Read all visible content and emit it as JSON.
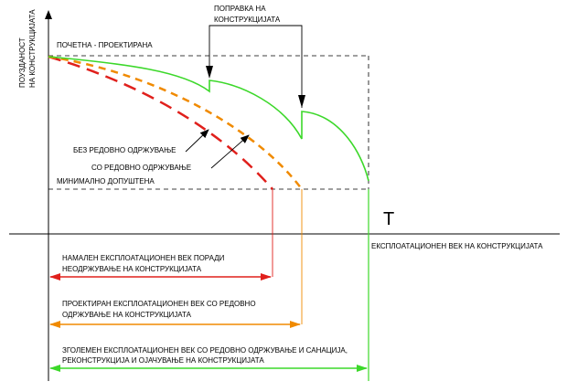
{
  "axes": {
    "y_label_line1": "ПОУЗДАНОСТ",
    "y_label_line2": "НА КОНСТРУКЦИЈАТА",
    "x_symbol": "T",
    "x_label": "ЕКСПЛОАТАЦИОНЕН ВЕК НА КОНСТРУКЦИЈАТА"
  },
  "levels": {
    "initial": "ПОЧЕТНА - ПРОЕКТИРАНА",
    "minimum": "МИНИМАЛНО ДОПУШТЕНА"
  },
  "annotations": {
    "repair_line1": "ПОПРАВКА НА",
    "repair_line2": "КОНСТРУКЦИЈАТА",
    "no_maintenance": "БЕЗ РЕДОВНО ОДРЖУВАЊЕ",
    "with_maintenance": "СО РЕДОВНО ОДРЖУВАЊЕ"
  },
  "spans": {
    "reduced_line1": "НАМАЛЕН ЕКСПЛОАТАЦИОНЕН ВЕК ПОРАДИ",
    "reduced_line2": "НЕОДРЖУВАЊЕ НА КОНСТРУКЦИЈАТА",
    "designed_line1": "ПРОЕКТИРАН ЕКСПЛОАТАЦИОНЕН ВЕК СО РЕДОВНО",
    "designed_line2": "ОДРЖУВАЊЕ НА КОНСТРУКЦИЈАТА",
    "extended_line1": "ЗГОЛЕМЕН ЕКСПЛОАТАЦИОНЕН ВЕК СО РЕДОВНО ОДРЖУВАЊЕ И САНАЦИЈА,",
    "extended_line2": "РЕКОНСТРУКЦИЈА И ОЈАЧУВАЊЕ  НА КОНСТРУКЦИЈАТА"
  },
  "colors": {
    "no_maintenance": "#e0201c",
    "with_maintenance": "#f08a00",
    "with_repair": "#3cd82a",
    "axes": "#000000",
    "guides": "#000000"
  }
}
